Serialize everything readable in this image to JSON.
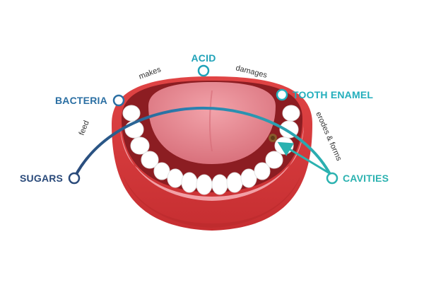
{
  "diagram": {
    "nodes": [
      {
        "id": "sugars",
        "label": "SUGARS",
        "color": "#2a4a7a"
      },
      {
        "id": "bacteria",
        "label": "BACTERIA",
        "color": "#2b6fa3"
      },
      {
        "id": "acid",
        "label": "ACID",
        "color": "#1fa2b8"
      },
      {
        "id": "tooth_enamel",
        "label": "TOOTH ENAMEL",
        "color": "#22aebc"
      },
      {
        "id": "cavities",
        "label": "CAVITIES",
        "color": "#2bb2b0"
      }
    ],
    "edges": [
      {
        "from": "sugars",
        "to": "bacteria",
        "label": "feed"
      },
      {
        "from": "bacteria",
        "to": "acid",
        "label": "makes"
      },
      {
        "from": "acid",
        "to": "tooth_enamel",
        "label": "damages"
      },
      {
        "from": "tooth_enamel",
        "to": "cavities",
        "label": "erodes & forms"
      }
    ],
    "colors": {
      "arc_start": "#2a4a7a",
      "arc_mid": "#2b7fb0",
      "arc_end": "#2bb2b0",
      "lips": "#d8393a",
      "lips_dark": "#b82a2c",
      "gums": "#f2a0a6",
      "mouth_inner": "#8c1d22",
      "tongue": "#e98a92",
      "teeth": "#ffffff",
      "cavity": "#8a5a2b"
    }
  }
}
